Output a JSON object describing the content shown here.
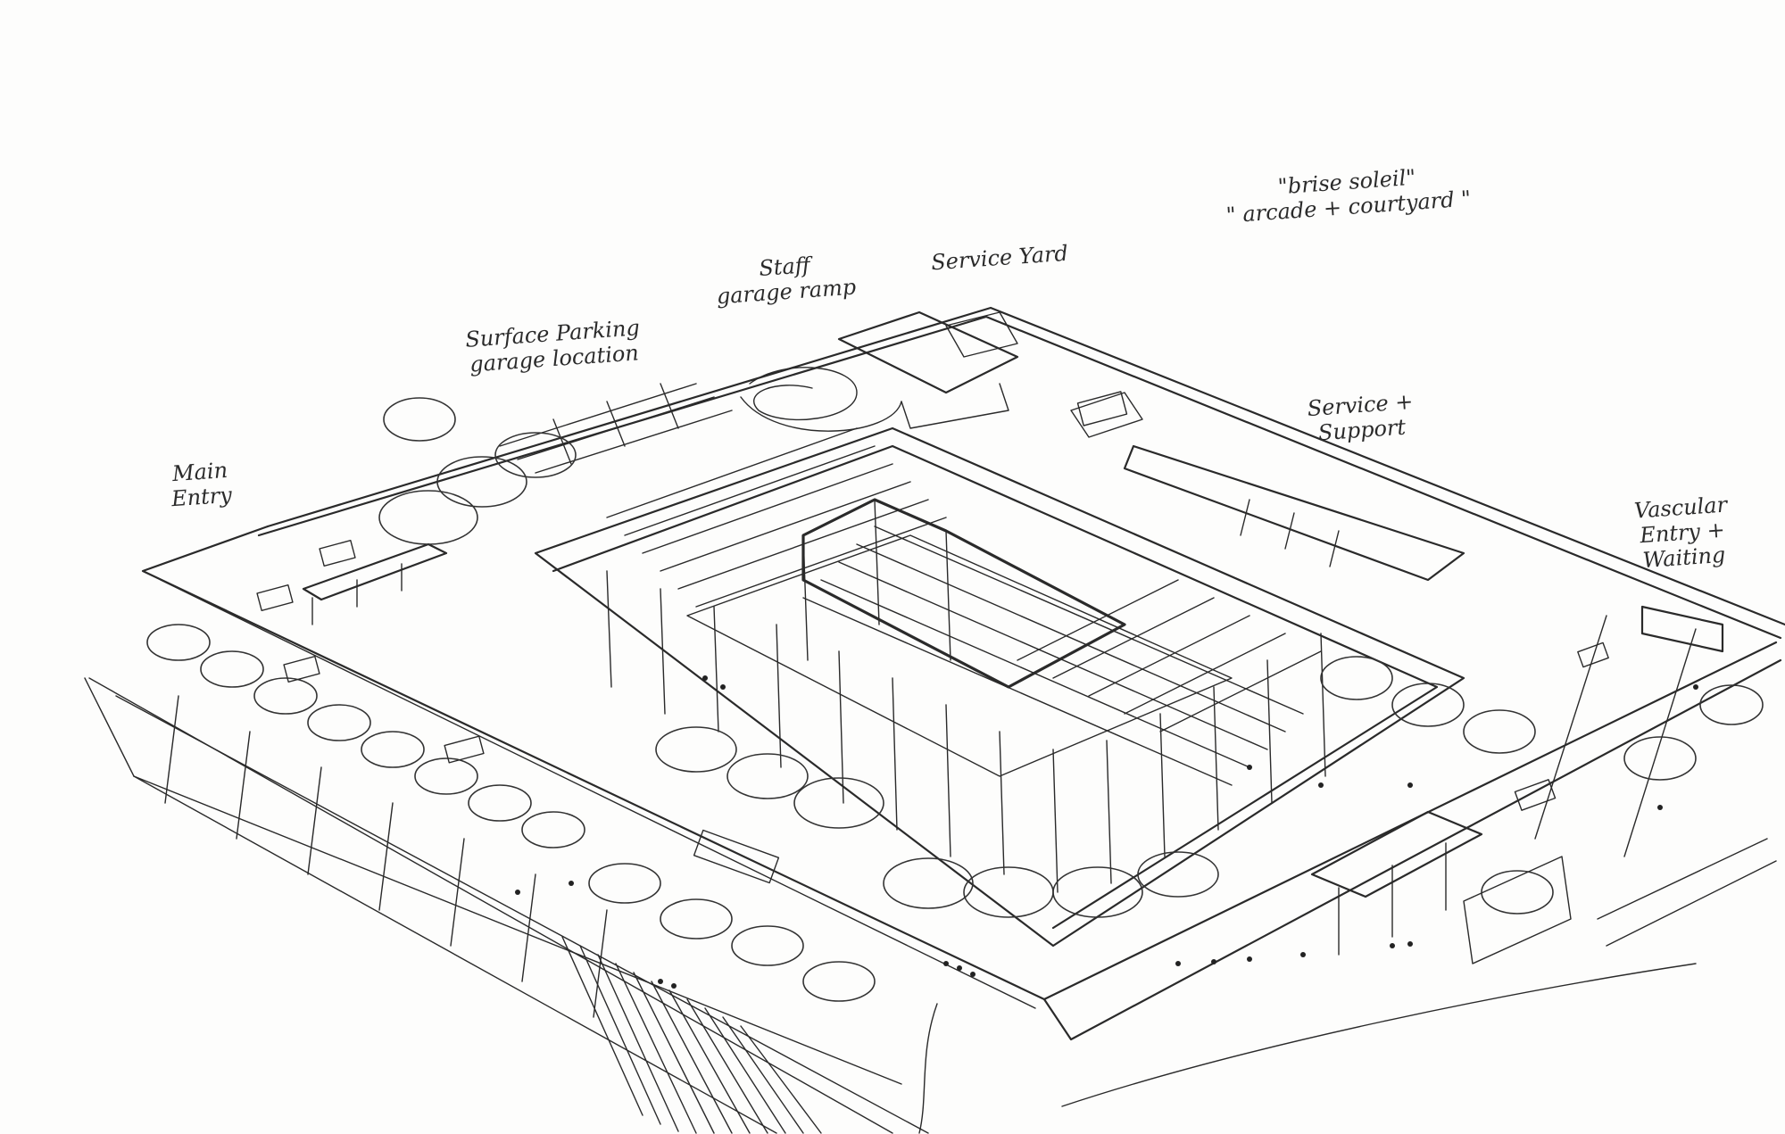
{
  "labels": {
    "main_entry": "Main\nEntry",
    "surface_parking": "Surface Parking\ngarage location",
    "staff_garage_ramp": "Staff\ngarage ramp",
    "service_yard": "Service Yard",
    "brise_soleil": "\"brise soleil\"\n\" arcade + courtyard \"",
    "service_support": "Service +\nSupport",
    "vascular_entry": "Vascular\nEntry +\nWaiting"
  },
  "colors": {
    "ink": "#2a2a2a",
    "paper": "#fdfdfc"
  }
}
